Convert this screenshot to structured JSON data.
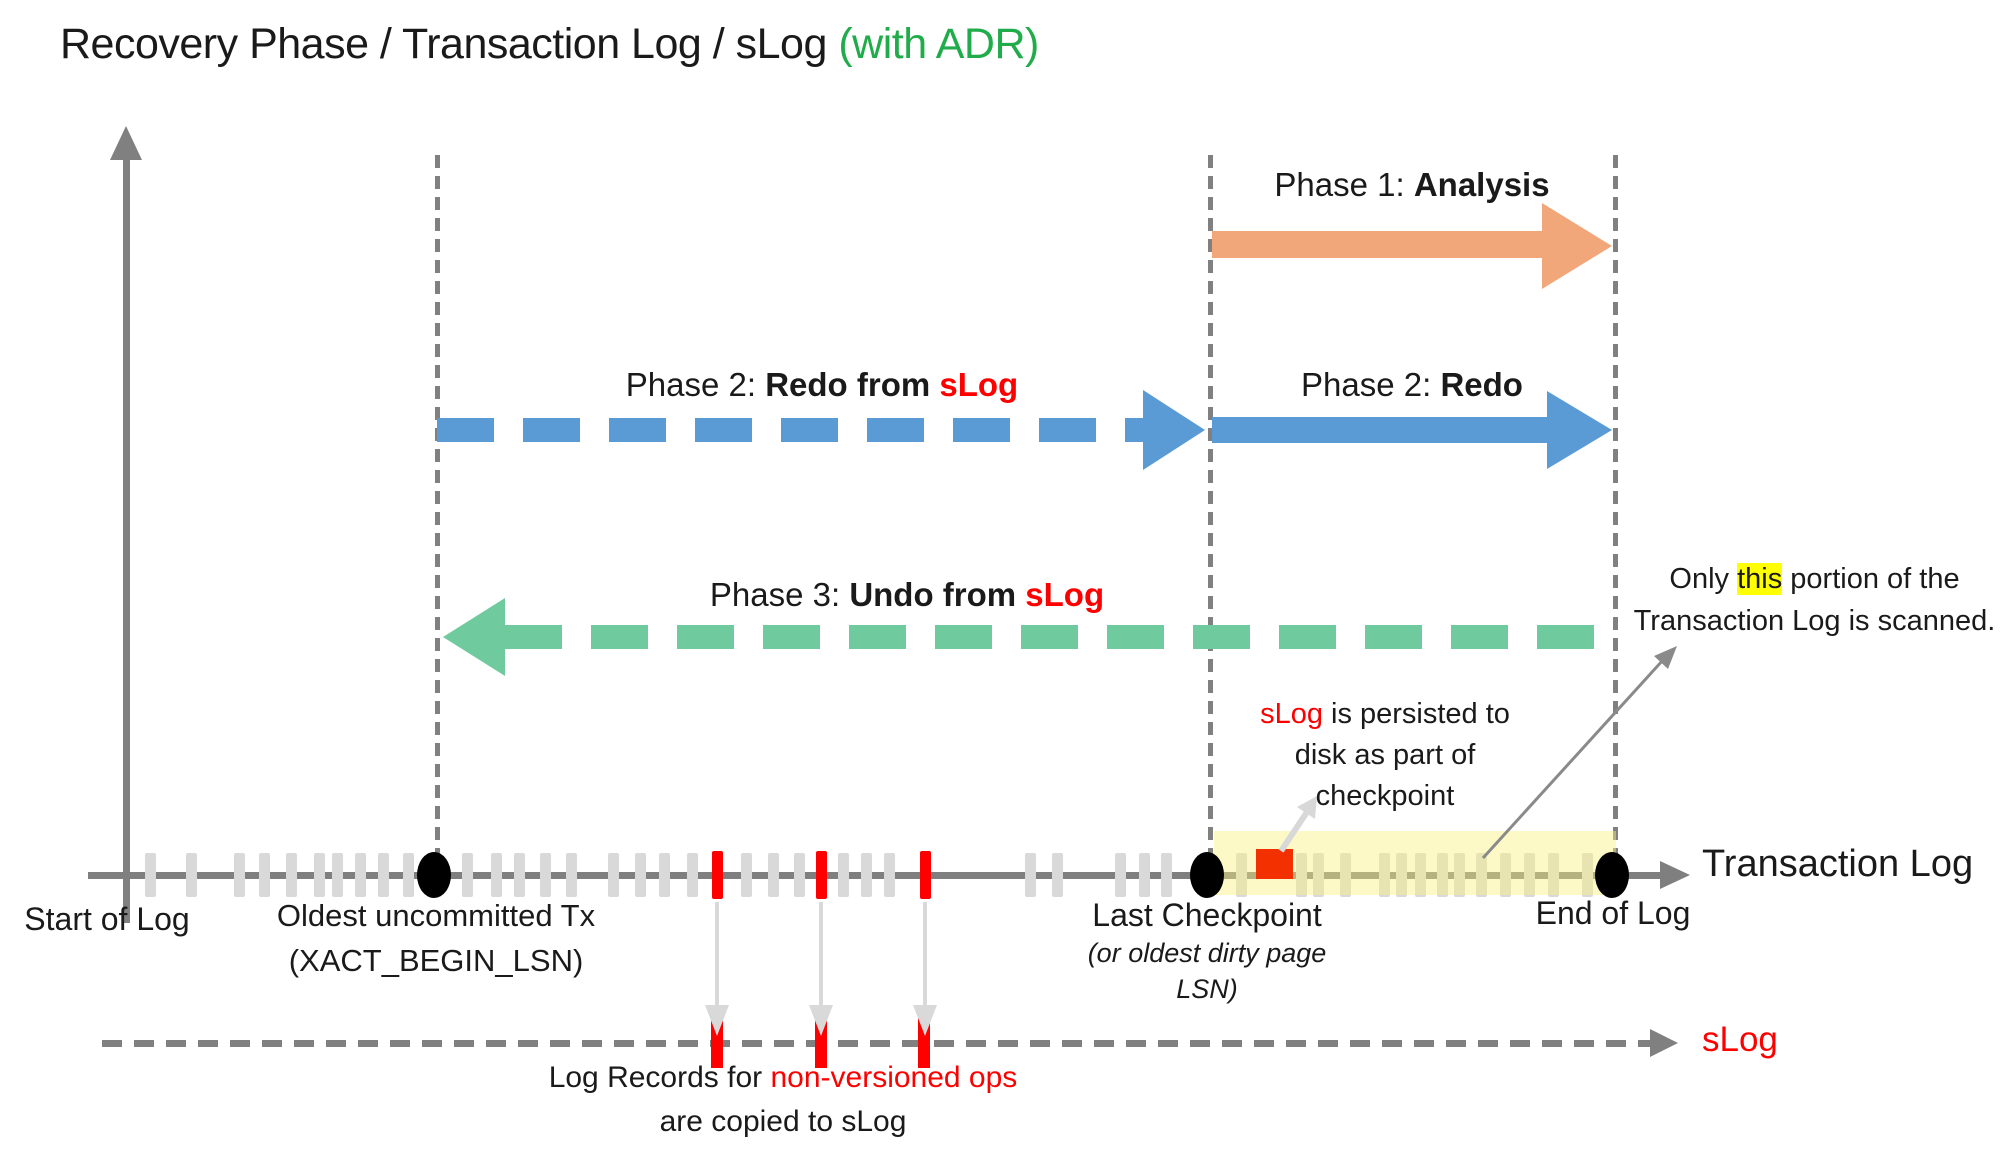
{
  "title": {
    "main": "Recovery Phase / Transaction Log / sLog ",
    "suffix": "(with ADR)"
  },
  "colors": {
    "title_accent": "#21AC4B",
    "analysis_arrow": "#F2A77A",
    "redo_arrow": "#5B9BD5",
    "undo_arrow": "#6FCB9E",
    "red": "#FF0000",
    "checkpoint_square": "#F23000",
    "scan_band": "rgba(249,241,130,0.45)",
    "this_highlight": "#FFFF00",
    "tick_gray": "#D9D9D9",
    "line_gray": "#7F7F7F"
  },
  "phases": {
    "phase1": {
      "prefix": "Phase 1: ",
      "bold": "Analysis"
    },
    "phase2_slog": {
      "prefix": "Phase 2: ",
      "bold": "Redo from ",
      "red": "sLog"
    },
    "phase2": {
      "prefix": "Phase 2: ",
      "bold": "Redo"
    },
    "phase3": {
      "prefix": "Phase 3: ",
      "bold": "Undo from ",
      "red": "sLog"
    }
  },
  "annotations": {
    "scan_note": {
      "pre": "Only ",
      "highlight": "this",
      "post": " portion of the",
      "line2": "Transaction Log is scanned."
    },
    "persist_note": {
      "red": "sLog",
      "line1_rest": " is persisted to",
      "line2": "disk as part of",
      "line3": "checkpoint"
    },
    "copy_note": {
      "line1_black": "Log Records for ",
      "line1_red": "non-versioned ops",
      "line2": "are copied to sLog"
    }
  },
  "timeline": {
    "label": "Transaction Log",
    "slog_label": "sLog",
    "markers": {
      "start": "Start of Log",
      "oldest_line1": "Oldest uncommitted Tx",
      "oldest_line2": "(XACT_BEGIN_LSN)",
      "checkpoint_line1": "Last Checkpoint",
      "checkpoint_line2": "(or oldest dirty page",
      "checkpoint_line3": "LSN)",
      "end": "End of Log"
    },
    "gray_ticks": [
      150,
      191,
      239,
      264,
      291,
      319,
      337,
      360,
      383,
      408,
      467,
      496,
      519,
      545,
      571,
      613,
      640,
      664,
      692,
      746,
      773,
      799,
      843,
      866,
      889,
      1030,
      1057,
      1120,
      1144,
      1166,
      1241,
      1301,
      1318,
      1345,
      1384,
      1401,
      1420,
      1442,
      1459,
      1481,
      1505,
      1529,
      1553,
      1587
    ],
    "red_ticks": [
      717,
      821,
      925
    ],
    "slog_red_ticks": [
      717,
      821,
      924
    ],
    "black_dots": [
      434,
      1207,
      1612
    ],
    "dashed_lines_x": [
      437,
      1210,
      1615
    ]
  }
}
